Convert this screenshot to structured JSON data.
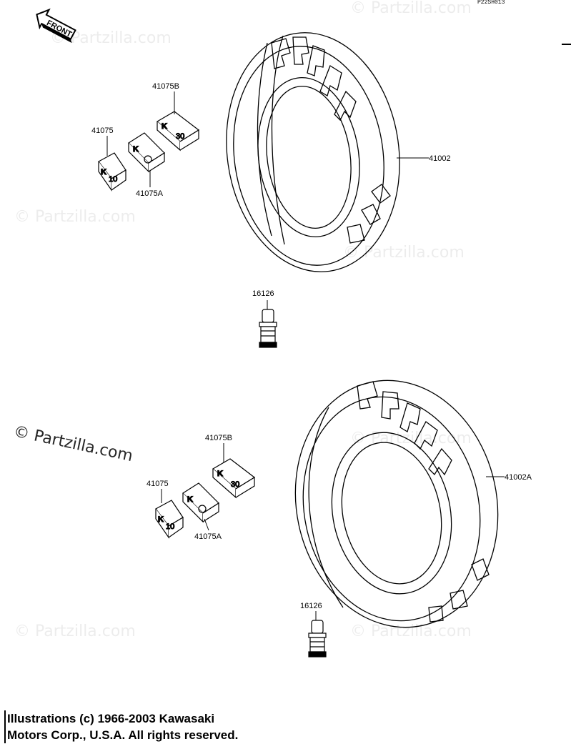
{
  "reference_code": "P22SH013",
  "front_label": "FRONT",
  "watermark": "© Partzilla.com",
  "upper_assembly": {
    "tire_label": "41002",
    "valve_label": "16126",
    "weight_labels": {
      "weight_b": "41075B",
      "weight": "41075",
      "weight_a": "41075A"
    }
  },
  "lower_assembly": {
    "tire_label": "41002A",
    "valve_label": "16126",
    "weight_labels": {
      "weight_b": "41075B",
      "weight": "41075",
      "weight_a": "41075A"
    }
  },
  "copyright": {
    "line1": "Illustrations (c) 1966-2003 Kawasaki",
    "line2": "Motors Corp., U.S.A.  All rights reserved."
  },
  "weight_marks": {
    "k": "K",
    "ten": "10",
    "thirty": "30"
  }
}
